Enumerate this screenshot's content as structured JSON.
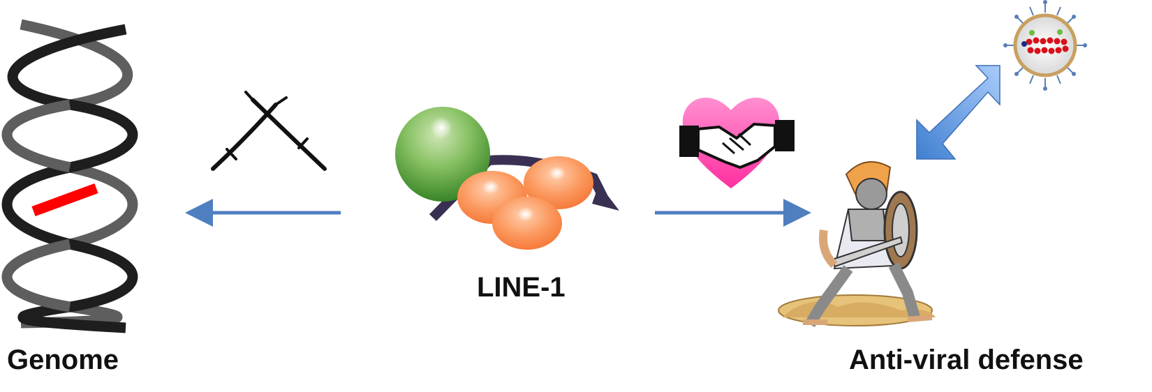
{
  "labels": {
    "genome": "Genome",
    "line1": "LINE-1",
    "defense": "Anti-viral defense"
  },
  "icons": {
    "dna": "dna-double-helix-icon",
    "conflict": "crossed-swords-icon",
    "retrotransposon": "line1-protein-complex-icon",
    "cooperation": "handshake-heart-icon",
    "warrior": "armored-warrior-icon",
    "virus": "virus-particle-icon",
    "bidirectional": "double-headed-arrow-icon"
  },
  "colors": {
    "helix_dark": "#222222",
    "helix_light": "#5a5a5a",
    "insertion": "#ff0000",
    "arrow": "#4f7fbf",
    "heart": "#ff5fb8",
    "green_sphere": "#5aa040",
    "orange_sphere": "#f7884a",
    "double_arrow": "#6fa0e4"
  }
}
